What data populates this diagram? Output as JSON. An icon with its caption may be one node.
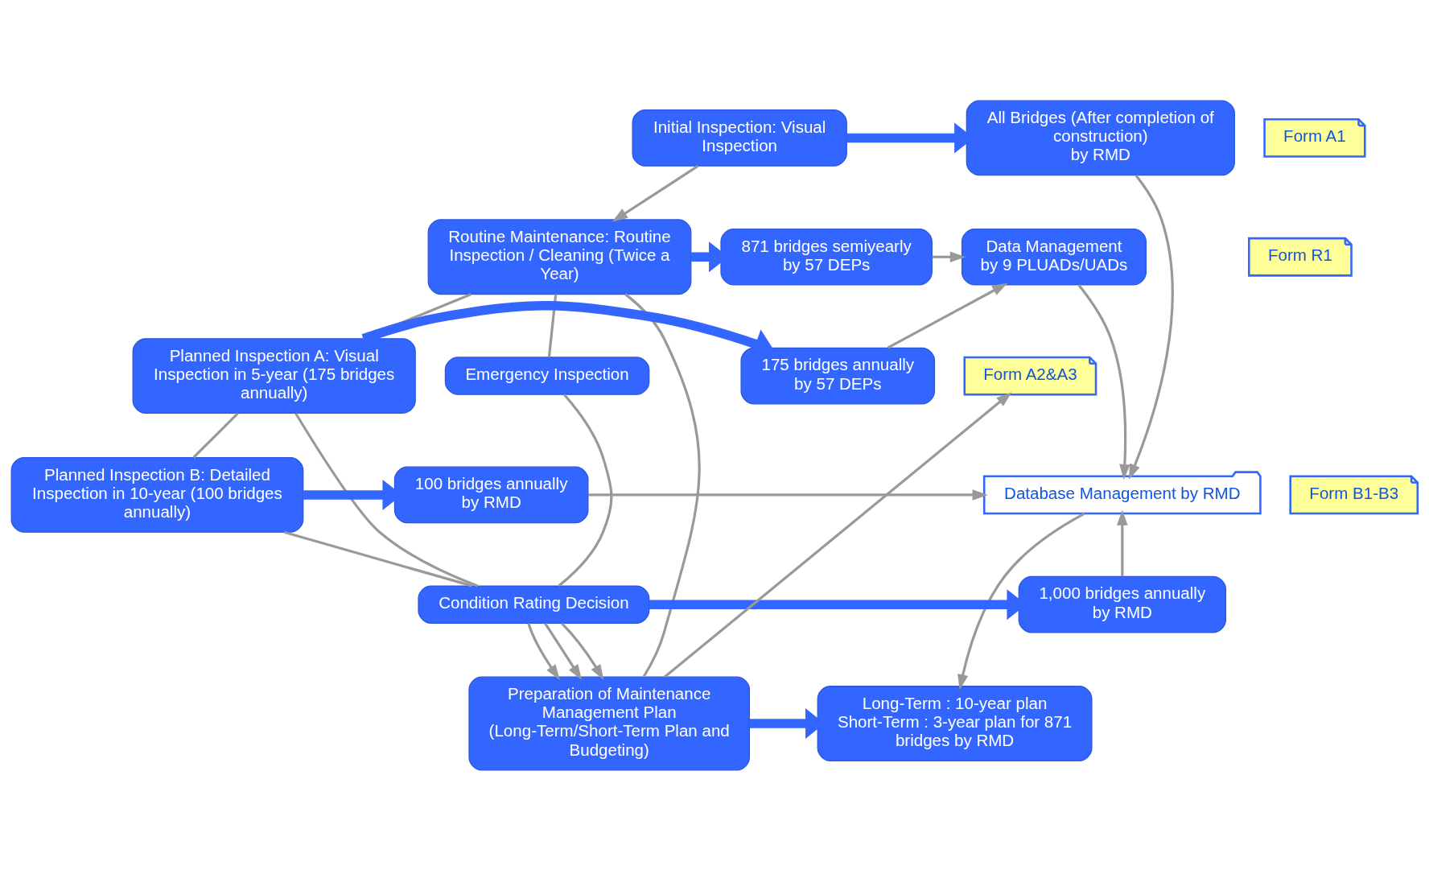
{
  "diagram": {
    "nodes": [
      {
        "text": [
          "Initial Inspection: Visual Inspection"
        ]
      },
      {
        "text": [
          "Form A1"
        ]
      },
      {
        "text": [
          "All Bridges (After completion of construction)",
          "by RMD"
        ]
      },
      {
        "text": [
          "Routine Maintenance: Routine Inspection / Cleaning (Twice a Year)"
        ]
      },
      {
        "text": [
          "Form R1"
        ]
      },
      {
        "text": [
          "871 bridges semiyearly",
          "by 57 DEPs"
        ]
      },
      {
        "text": [
          "Data Management",
          "by 9 PLUADs/UADs"
        ]
      },
      {
        "text": [
          "Emergency Inspection"
        ]
      },
      {
        "text": [
          "Planned Inspection A: Visual Inspection in 5-year (175 bridges annually)"
        ]
      },
      {
        "text": [
          "Form A2&A3"
        ]
      },
      {
        "text": [
          "175 bridges annually",
          "by 57 DEPs"
        ]
      },
      {
        "text": [
          "Planned Inspection B: Detailed Inspection in 10-year (100 bridges annually)"
        ]
      },
      {
        "text": [
          "Form B1-B3"
        ]
      },
      {
        "text": [
          "100 bridges annually",
          "by RMD"
        ]
      },
      {
        "text": [
          "Database Management by RMD"
        ]
      },
      {
        "text": [
          "Condition Rating Decision"
        ]
      },
      {
        "text": [
          "1,000 bridges annually",
          "by RMD"
        ]
      },
      {
        "text": [
          "Preparation of Maintenance Management Plan (Long-Term/Short-Term Plan and Budgeting)"
        ]
      },
      {
        "text": [
          "Long-Term : 10-year plan",
          "Short-Term : 3-year plan for 871 bridges by RMD"
        ]
      }
    ],
    "edges": [
      {
        "from": 0,
        "to": 3,
        "arrow": "to"
      },
      {
        "from": 0,
        "to": 2,
        "arrow": "to",
        "style": "thick",
        "color": "#3366ff"
      },
      {
        "from": 2,
        "to": 14,
        "arrow": "to"
      },
      {
        "from": 3,
        "to": 5,
        "arrow": "to",
        "style": "thick",
        "color": "#3366ff"
      },
      {
        "from": 5,
        "to": 6,
        "arrow": "to"
      },
      {
        "from": 3,
        "to": 7,
        "arrow": "none"
      },
      {
        "from": 3,
        "to": 8,
        "arrow": "none"
      },
      {
        "from": 3,
        "to": 17,
        "arrow": "none"
      },
      {
        "from": 8,
        "to": 10,
        "arrow": "to",
        "style": "thick",
        "color": "#3366ff"
      },
      {
        "from": 10,
        "to": 6,
        "arrow": "to"
      },
      {
        "from": 6,
        "to": 14,
        "arrow": "to"
      },
      {
        "from": 7,
        "to": 15,
        "arrow": "none"
      },
      {
        "from": 8,
        "to": 15,
        "arrow": "none"
      },
      {
        "from": 8,
        "to": 11,
        "arrow": "none"
      },
      {
        "from": 11,
        "to": 15,
        "arrow": "none"
      },
      {
        "from": 11,
        "to": 13,
        "arrow": "to",
        "style": "thick",
        "color": "#3366ff"
      },
      {
        "from": 13,
        "to": 14,
        "arrow": "to"
      },
      {
        "from": 15,
        "to": 16,
        "arrow": "to",
        "style": "thick",
        "color": "#3366ff"
      },
      {
        "from": 16,
        "to": 14,
        "arrow": "to"
      },
      {
        "from": 15,
        "to": 17,
        "arrow": "to"
      },
      {
        "from": 15,
        "to": 17,
        "arrow": "to"
      },
      {
        "from": 15,
        "to": 17,
        "arrow": "to"
      },
      {
        "from": 17,
        "to": 9,
        "arrow": "to"
      },
      {
        "from": 17,
        "to": 18,
        "arrow": "to",
        "style": "thick",
        "color": "#3366ff"
      },
      {
        "from": 14,
        "to": 18,
        "arrow": "to"
      }
    ]
  }
}
